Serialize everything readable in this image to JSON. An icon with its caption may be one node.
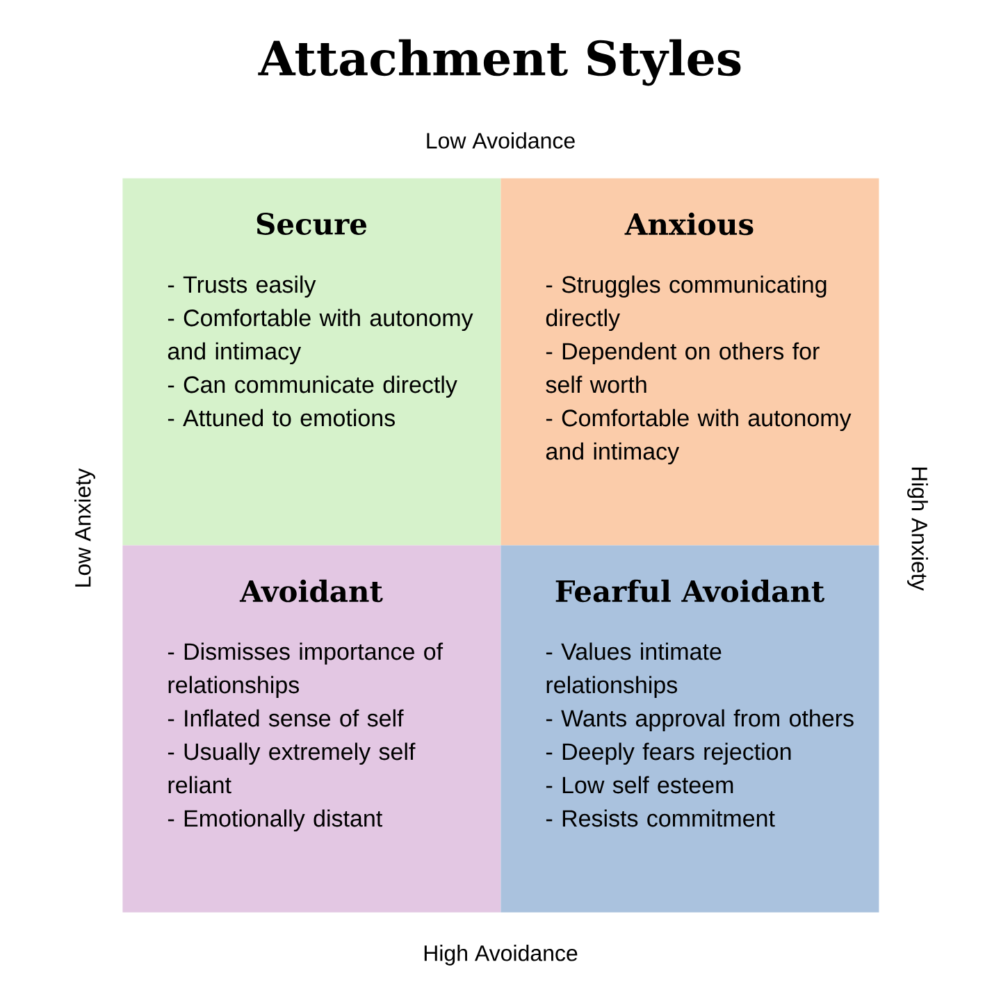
{
  "diagram": {
    "title": "Attachment Styles",
    "nodes": [
      {
        "text": [
          "Secure",
          "- Trusts easily",
          "- Comfortable with autonomy and intimacy",
          "- Can communicate directly",
          "- Attuned to emotions"
        ]
      },
      {
        "text": [
          "Anxious",
          "- Struggles communicating directly",
          "- Dependent on others for self worth",
          "- Comfortable with autonomy and intimacy"
        ]
      },
      {
        "text": [
          "Avoidant",
          "- Dismisses importance of relationships",
          "- Inflated sense of self",
          "- Usually extremely self reliant",
          "- Emotionally distant"
        ]
      },
      {
        "text": [
          "Fearful Avoidant",
          "- Values intimate relationships",
          "- Wants approval from others",
          "- Deeply fears rejection",
          "- Low self esteem",
          "- Resists commitment"
        ]
      }
    ],
    "labels": [
      "Low Avoidance",
      "Low Anxiety",
      "High Anxiety",
      "High Avoidance"
    ]
  }
}
